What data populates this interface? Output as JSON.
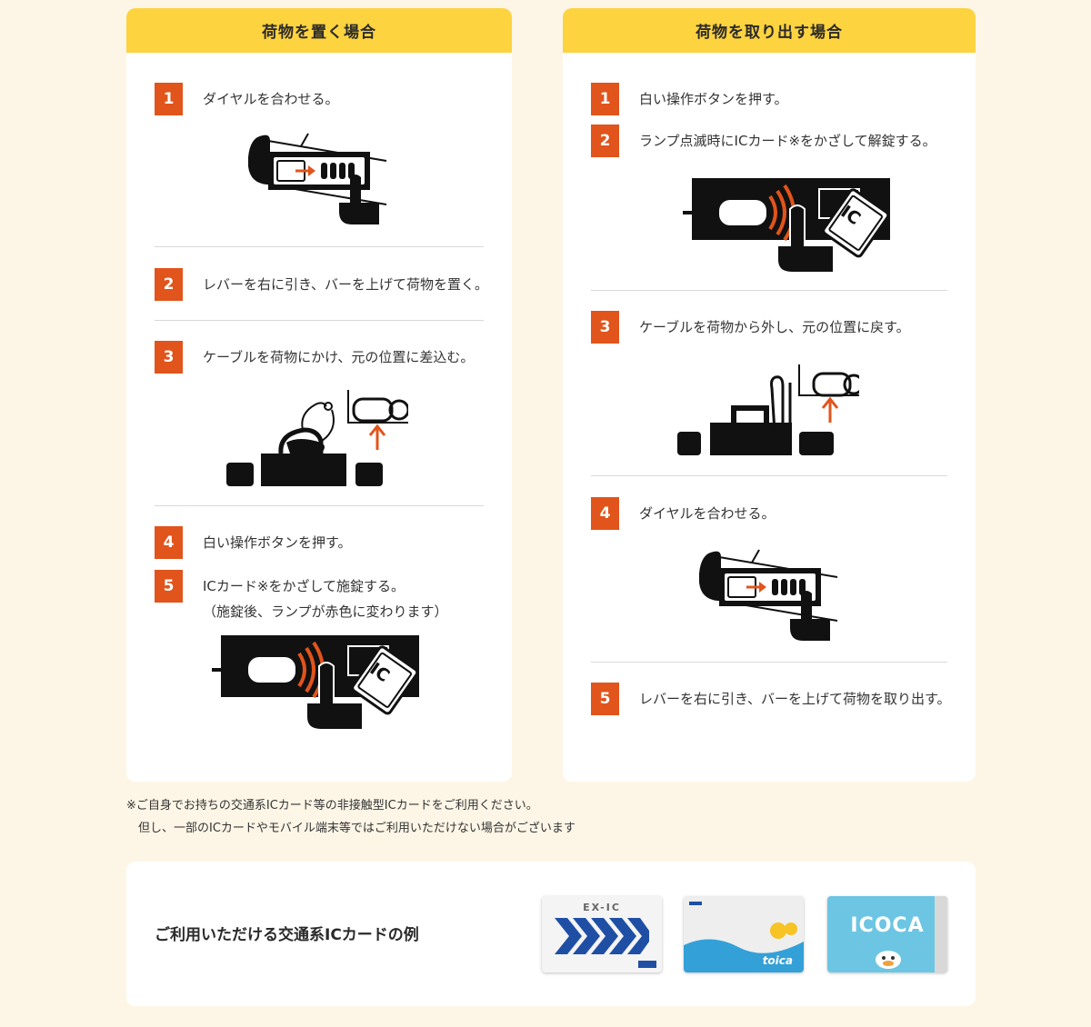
{
  "place": {
    "title": "荷物を置く場合",
    "steps": [
      {
        "num": "1",
        "text": "ダイヤルを合わせる。"
      },
      {
        "num": "2",
        "text": "レバーを右に引き、バーを上げて荷物を置く。"
      },
      {
        "num": "3",
        "text": "ケーブルを荷物にかけ、元の位置に差込む。"
      },
      {
        "num": "4",
        "text": "白い操作ボタンを押す。"
      },
      {
        "num": "5",
        "text": "ICカード※をかざして施錠する。",
        "text2": "（施錠後、ランプが赤色に変わります）"
      }
    ]
  },
  "retrieve": {
    "title": "荷物を取り出す場合",
    "steps": [
      {
        "num": "1",
        "text": "白い操作ボタンを押す。"
      },
      {
        "num": "2",
        "text": "ランプ点滅時にICカード※をかざして解錠する。"
      },
      {
        "num": "3",
        "text": "ケーブルを荷物から外し、元の位置に戻す。"
      },
      {
        "num": "4",
        "text": "ダイヤルを合わせる。"
      },
      {
        "num": "5",
        "text": "レバーを右に引き、バーを上げて荷物を取り出す。"
      }
    ]
  },
  "note": {
    "line1": "※ご自身でお持ちの交通系ICカード等の非接触型ICカードをご利用ください。",
    "line2": "　但し、一部のICカードやモバイル端末等ではご利用いただけない場合がございます"
  },
  "cards": {
    "title": "ご利用いただける交通系ICカードの例",
    "exic_label": "EX-IC",
    "toica_label": "toica",
    "icoca_label": "ICOCA"
  },
  "ic_glyph": "IC",
  "colors": {
    "accent": "#e1541b",
    "header": "#fdd33f",
    "background": "#fdf6e7",
    "wave": "#33a0d8"
  }
}
